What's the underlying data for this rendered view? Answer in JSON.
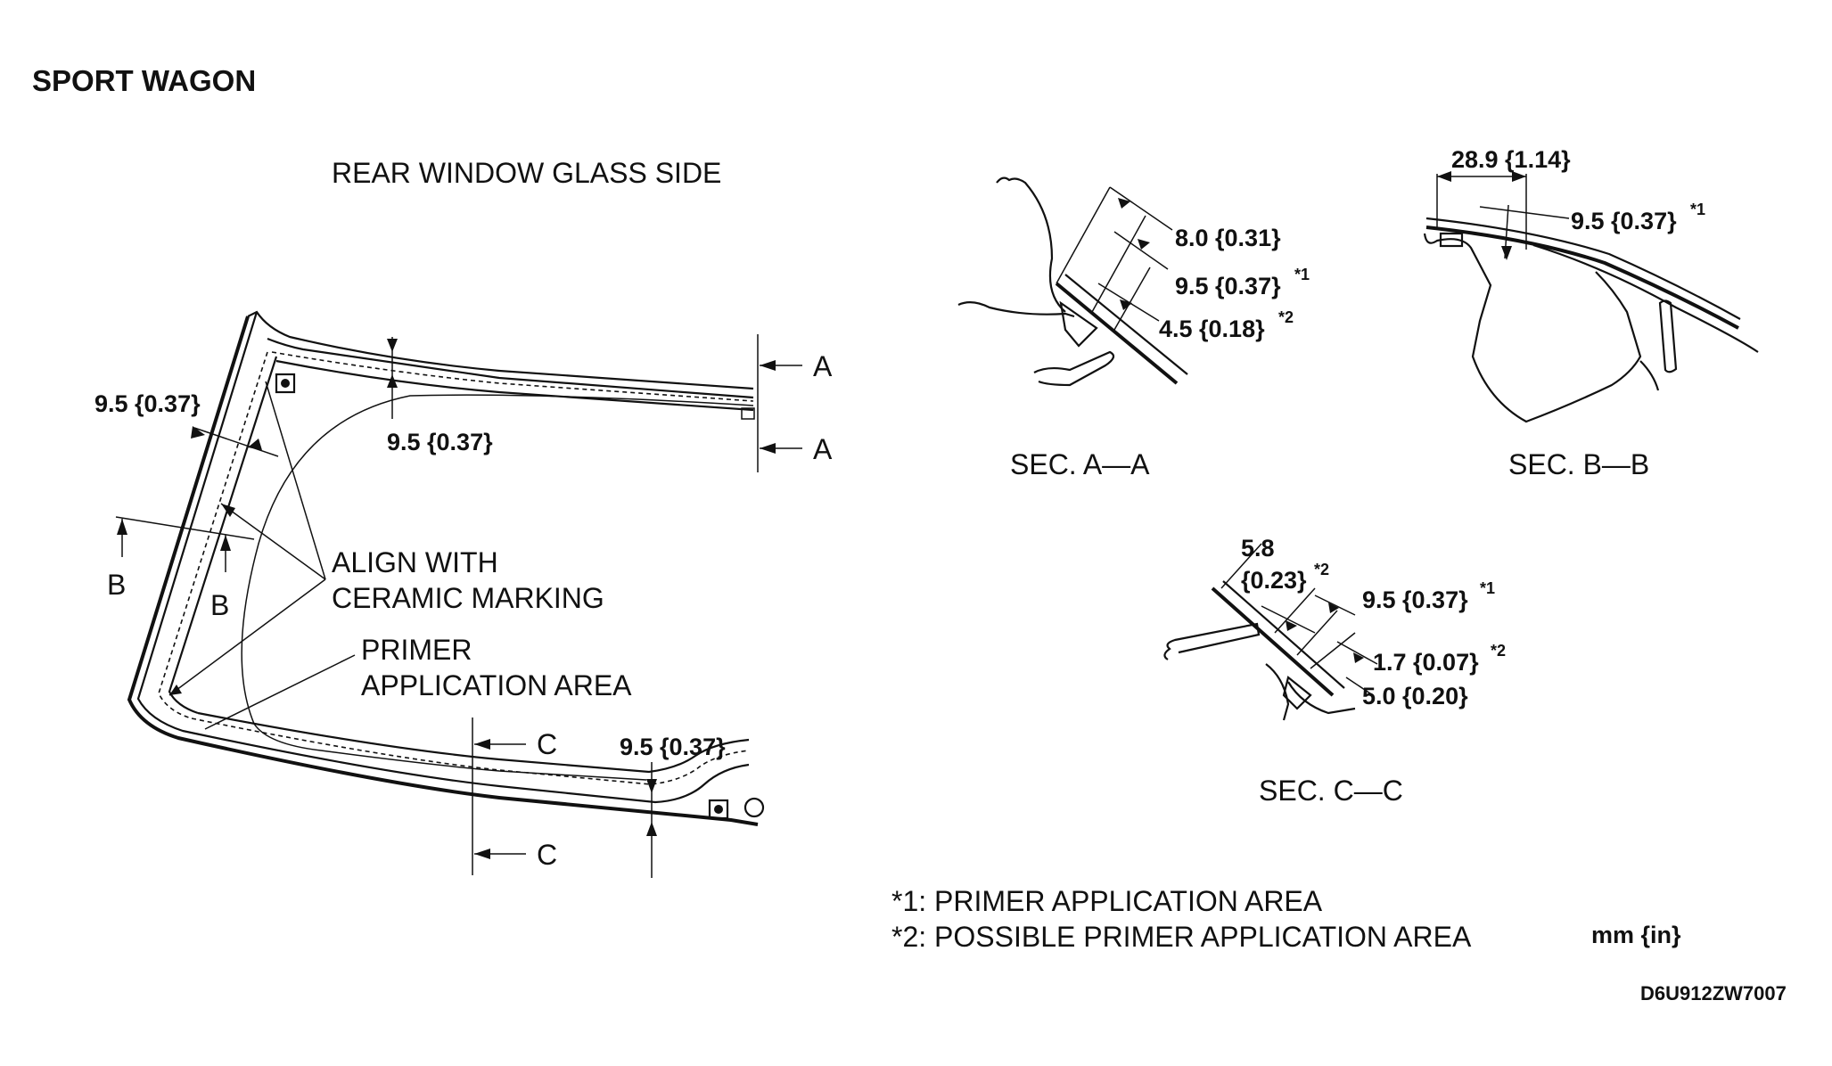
{
  "heading": "SPORT WAGON",
  "main_view": {
    "title": "REAR WINDOW GLASS SIDE",
    "dims": {
      "top": "9.5 {0.37}",
      "left": "9.5 {0.37}",
      "bottom": "9.5 {0.37}"
    },
    "callouts": {
      "align_line1": "ALIGN WITH",
      "align_line2": "CERAMIC MARKING",
      "primer_line1": "PRIMER",
      "primer_line2": "APPLICATION AREA"
    },
    "section_marks": {
      "a": "A",
      "b": "B",
      "c": "C"
    }
  },
  "sec_a": {
    "caption": "SEC. A—A",
    "dim1": "8.0 {0.31}",
    "dim2": "9.5 {0.37}",
    "dim2_sup": "*1",
    "dim3": "4.5 {0.18}",
    "dim3_sup": "*2"
  },
  "sec_b": {
    "caption": "SEC. B—B",
    "dim1": "28.9 {1.14}",
    "dim2": "9.5 {0.37}",
    "dim2_sup": "*1"
  },
  "sec_c": {
    "caption": "SEC. C—C",
    "dim1_line1": "5.8",
    "dim1_line2": "{0.23}",
    "dim1_sup": "*2",
    "dim2": "9.5 {0.37}",
    "dim2_sup": "*1",
    "dim3": "1.7 {0.07}",
    "dim3_sup": "*2",
    "dim4": "5.0 {0.20}"
  },
  "notes": {
    "note1": "*1: PRIMER APPLICATION AREA",
    "note2": "*2: POSSIBLE PRIMER APPLICATION AREA",
    "units": "mm {in}"
  },
  "figure_code": "D6U912ZW7007"
}
